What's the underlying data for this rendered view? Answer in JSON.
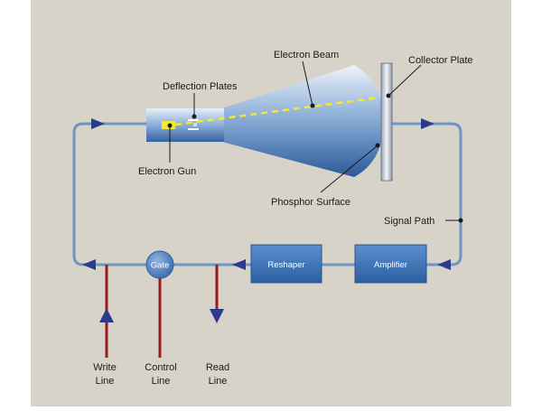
{
  "labels": {
    "electron_beam": "Electron Beam",
    "collector_plate": "Collector Plate",
    "deflection_plates": "Deflection Plates",
    "electron_gun": "Electron Gun",
    "phosphor_surface": "Phosphor Surface",
    "signal_path": "Signal Path",
    "reshaper": "Reshaper",
    "amplifier": "Amplifier",
    "gate": "Gate",
    "write_line": [
      "Write",
      "Line"
    ],
    "control_line": [
      "Control",
      "Line"
    ],
    "read_line": [
      "Read",
      "Line"
    ]
  },
  "colors": {
    "background": "#d7d3c8",
    "signal_path": "#6f95c6",
    "arrow": "#2a3a8c",
    "io_line": "#9b1b1b",
    "beam": "#f3ea2a",
    "box_fill": "#3f74b6"
  }
}
